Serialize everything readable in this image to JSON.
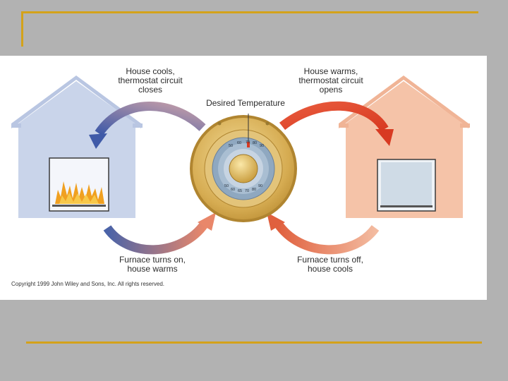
{
  "diagram": {
    "label_cools_closes": "House cools,\nthermostat circuit\ncloses",
    "label_warms_opens": "House warms,\nthermostat circuit\nopens",
    "label_desired_temperature": "Desired Temperature",
    "label_furnace_on": "Furnace turns on,\nhouse warms",
    "label_furnace_off": "Furnace turns off,\nhouse cools",
    "copyright": "Copyright 1999 John Wiley and Sons, Inc. All rights reserved.",
    "dial_top_ticks": [
      "50",
      "60",
      "70",
      "80",
      "90"
    ],
    "dial_bottom_ticks": [
      "50",
      "60",
      "65",
      "70",
      "80",
      "90"
    ],
    "colors": {
      "cool_house": "#c9d4ea",
      "warm_house": "#f5c3a8",
      "arrow_blue": "#4a63a8",
      "arrow_red": "#d9482e",
      "flame": "#f0a020",
      "thermostat_gold": "#d8b460",
      "accent_rule": "#d4a21a"
    }
  }
}
